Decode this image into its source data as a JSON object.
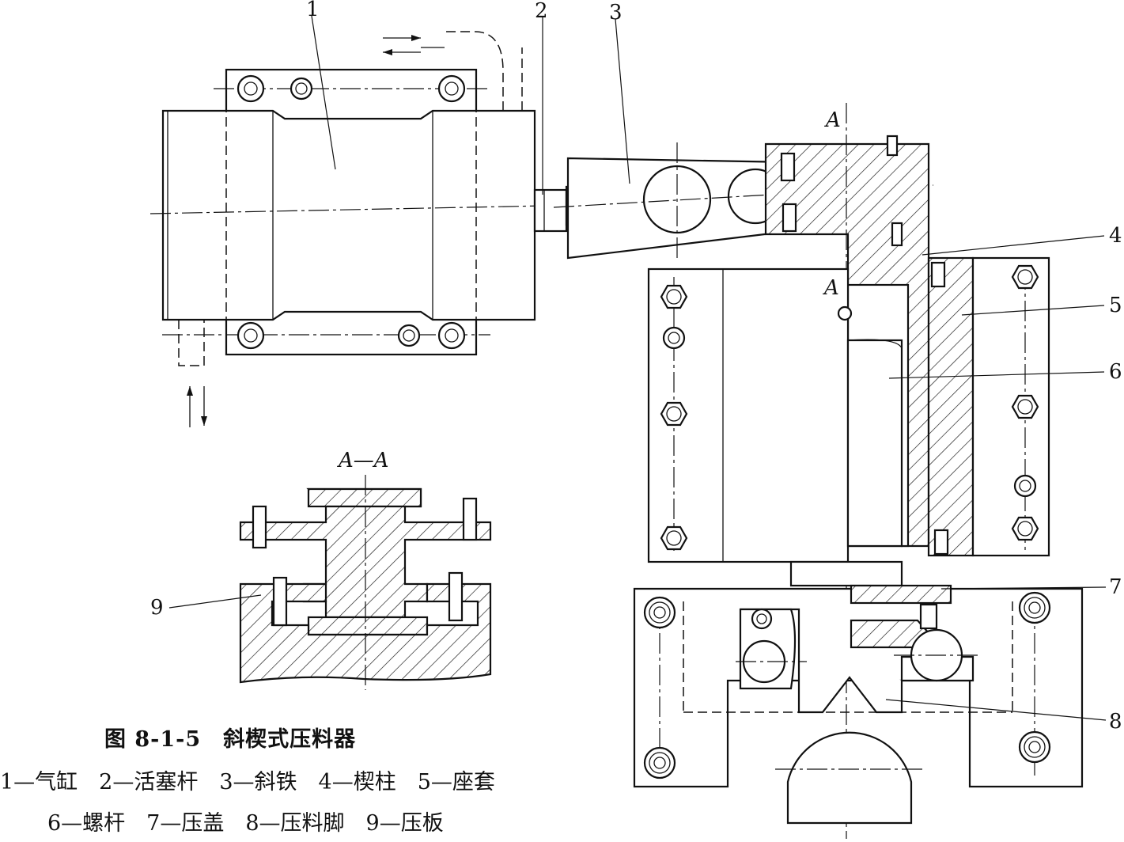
{
  "figure": {
    "title": "图 8-1-5　斜楔式压料器",
    "legend_line_1": "1—气缸　2—活塞杆　3—斜铁　4—楔柱　5—座套",
    "legend_line_2": "6—螺杆　7—压盖　8—压料脚　9—压板"
  },
  "labels": {
    "p1": "1",
    "p2": "2",
    "p3": "3",
    "p4": "4",
    "p5": "5",
    "p6": "6",
    "p7": "7",
    "p8": "8",
    "p9": "9"
  },
  "section": {
    "mark_top": "A",
    "mark_mid": "A",
    "view_title": "A—A"
  }
}
